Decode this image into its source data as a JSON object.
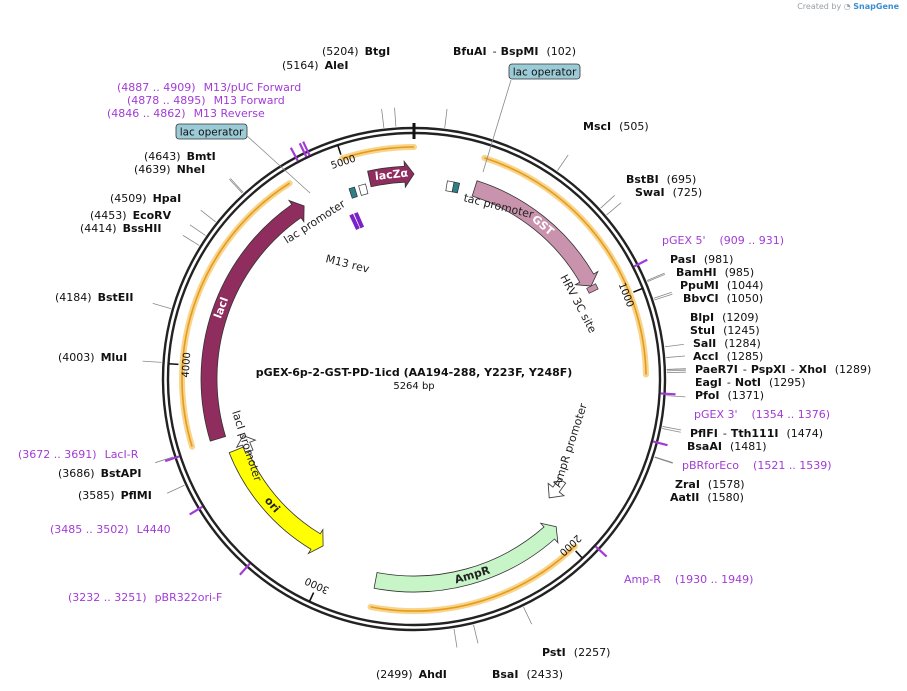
{
  "credit": {
    "prefix": "Created by",
    "brand": "SnapGene"
  },
  "plasmid": {
    "name": "pGEX-6p-2-GST-PD-1icd (AA194-288, Y223F, Y248F)",
    "length": 5264,
    "length_label": "5264 bp"
  },
  "ticks": [
    "1000",
    "2000",
    "3000",
    "4000",
    "5000"
  ],
  "features": [
    {
      "label": "GST",
      "start": 258,
      "end": 911,
      "strand": 1,
      "color": "#c993ad",
      "text_color": "#ffffff",
      "kind": "arrow"
    },
    {
      "label": "lacZα",
      "start": 5080,
      "end": 5264,
      "strand": 1,
      "color": "#8f2d5e",
      "text_color": "#ffffff",
      "kind": "arrow"
    },
    {
      "label": "lacI",
      "start": 3700,
      "end": 4790,
      "strand": 1,
      "color": "#8f2d5e",
      "text_color": "#ffffff",
      "kind": "arrow"
    },
    {
      "label": "AmpR",
      "start": 1990,
      "end": 2790,
      "strand": -1,
      "color": "#c8f5c8",
      "text_color": "#222222",
      "kind": "arrow"
    },
    {
      "label": "ori",
      "start": 3050,
      "end": 3630,
      "strand": -1,
      "color": "#ffff00",
      "text_color": "#222222",
      "kind": "arrow"
    },
    {
      "label": "HRV 3C site",
      "start": 911,
      "end": 935,
      "strand": 1,
      "color": "#c993ad",
      "text_color": "#222222",
      "kind": "small"
    },
    {
      "label": "lac promoter",
      "start": 5030,
      "end": 5060,
      "strand": 1,
      "color": "#ffffff",
      "text_color": "#222222",
      "kind": "small"
    },
    {
      "label": "tac promoter",
      "start": 140,
      "end": 170,
      "strand": 1,
      "color": "#ffffff",
      "text_color": "#222222",
      "kind": "small"
    },
    {
      "label": "AmpR promoter",
      "start": 1820,
      "end": 1920,
      "strand": -1,
      "color": "#ffffff",
      "text_color": "#222222",
      "kind": "promoter"
    },
    {
      "label": "lacI promoter",
      "start": 3600,
      "end": 3680,
      "strand": 1,
      "color": "#ffffff",
      "text_color": "#222222",
      "kind": "promoter"
    }
  ],
  "operators": [
    {
      "label": "lac operator",
      "pos": 180
    },
    {
      "label": "lac operator",
      "pos": 5000
    }
  ],
  "primer_bars": [
    {
      "label": "M13 rev",
      "pos": 4970
    }
  ],
  "sites": [
    {
      "name": "BtgI",
      "pos": "(5204)"
    },
    {
      "name": "AleI",
      "pos": "(5164)"
    },
    {
      "name": "BfuAI",
      "name2": "BspMI",
      "pos": "(102)"
    },
    {
      "name": "MscI",
      "pos": "(505)"
    },
    {
      "name": "BstBI",
      "pos": "(695)"
    },
    {
      "name": "SwaI",
      "pos": "(725)"
    },
    {
      "name": "PasI",
      "pos": "(981)"
    },
    {
      "name": "BamHI",
      "pos": "(985)"
    },
    {
      "name": "PpuMI",
      "pos": "(1044)"
    },
    {
      "name": "BbvCI",
      "pos": "(1050)"
    },
    {
      "name": "BlpI",
      "pos": "(1209)"
    },
    {
      "name": "StuI",
      "pos": "(1245)"
    },
    {
      "name": "SalI",
      "pos": "(1284)"
    },
    {
      "name": "AccI",
      "pos": "(1285)"
    },
    {
      "name": "PaeR7I",
      "name2": "PspXI",
      "name3": "XhoI",
      "pos": "(1289)"
    },
    {
      "name": "EagI",
      "name2": "NotI",
      "pos": "(1295)"
    },
    {
      "name": "PfoI",
      "pos": "(1371)"
    },
    {
      "name": "PflFI",
      "name2": "Tth111I",
      "pos": "(1474)"
    },
    {
      "name": "BsaAI",
      "pos": "(1481)"
    },
    {
      "name": "ZraI",
      "pos": "(1578)"
    },
    {
      "name": "AatII",
      "pos": "(1580)"
    },
    {
      "name": "PstI",
      "pos": "(2257)"
    },
    {
      "name": "BsaI",
      "pos": "(2433)"
    },
    {
      "name": "AhdI",
      "pos": "(2499)"
    },
    {
      "name": "PflMI",
      "pos": "(3585)"
    },
    {
      "name": "BstAPI",
      "pos": "(3686)"
    },
    {
      "name": "MluI",
      "pos": "(4003)"
    },
    {
      "name": "BstEII",
      "pos": "(4184)"
    },
    {
      "name": "BssHII",
      "pos": "(4414)"
    },
    {
      "name": "EcoRV",
      "pos": "(4453)"
    },
    {
      "name": "HpaI",
      "pos": "(4509)"
    },
    {
      "name": "NheI",
      "pos": "(4639)"
    },
    {
      "name": "BmtI",
      "pos": "(4643)"
    }
  ],
  "primers": [
    {
      "name": "M13/pUC Forward",
      "range": "(4887 .. 4909)"
    },
    {
      "name": "M13 Forward",
      "range": "(4878 .. 4895)"
    },
    {
      "name": "M13 Reverse",
      "range": "(4846 .. 4862)"
    },
    {
      "name": "pGEX 5'",
      "range": "(909 .. 931)"
    },
    {
      "name": "pGEX 3'",
      "range": "(1354 .. 1376)"
    },
    {
      "name": "pBRforEco",
      "range": "(1521 .. 1539)"
    },
    {
      "name": "Amp-R",
      "range": "(1930 .. 1949)"
    },
    {
      "name": "LacI-R",
      "range": "(3672 .. 3691)"
    },
    {
      "name": "L4440",
      "range": "(3485 .. 3502)"
    },
    {
      "name": "pBR322ori-F",
      "range": "(3232 .. 3251)"
    }
  ],
  "colors": {
    "backbone": "#222222",
    "primer": "#a23bd6",
    "orf_line": "#f0a020",
    "operator_fill": "#9ccbd8"
  }
}
